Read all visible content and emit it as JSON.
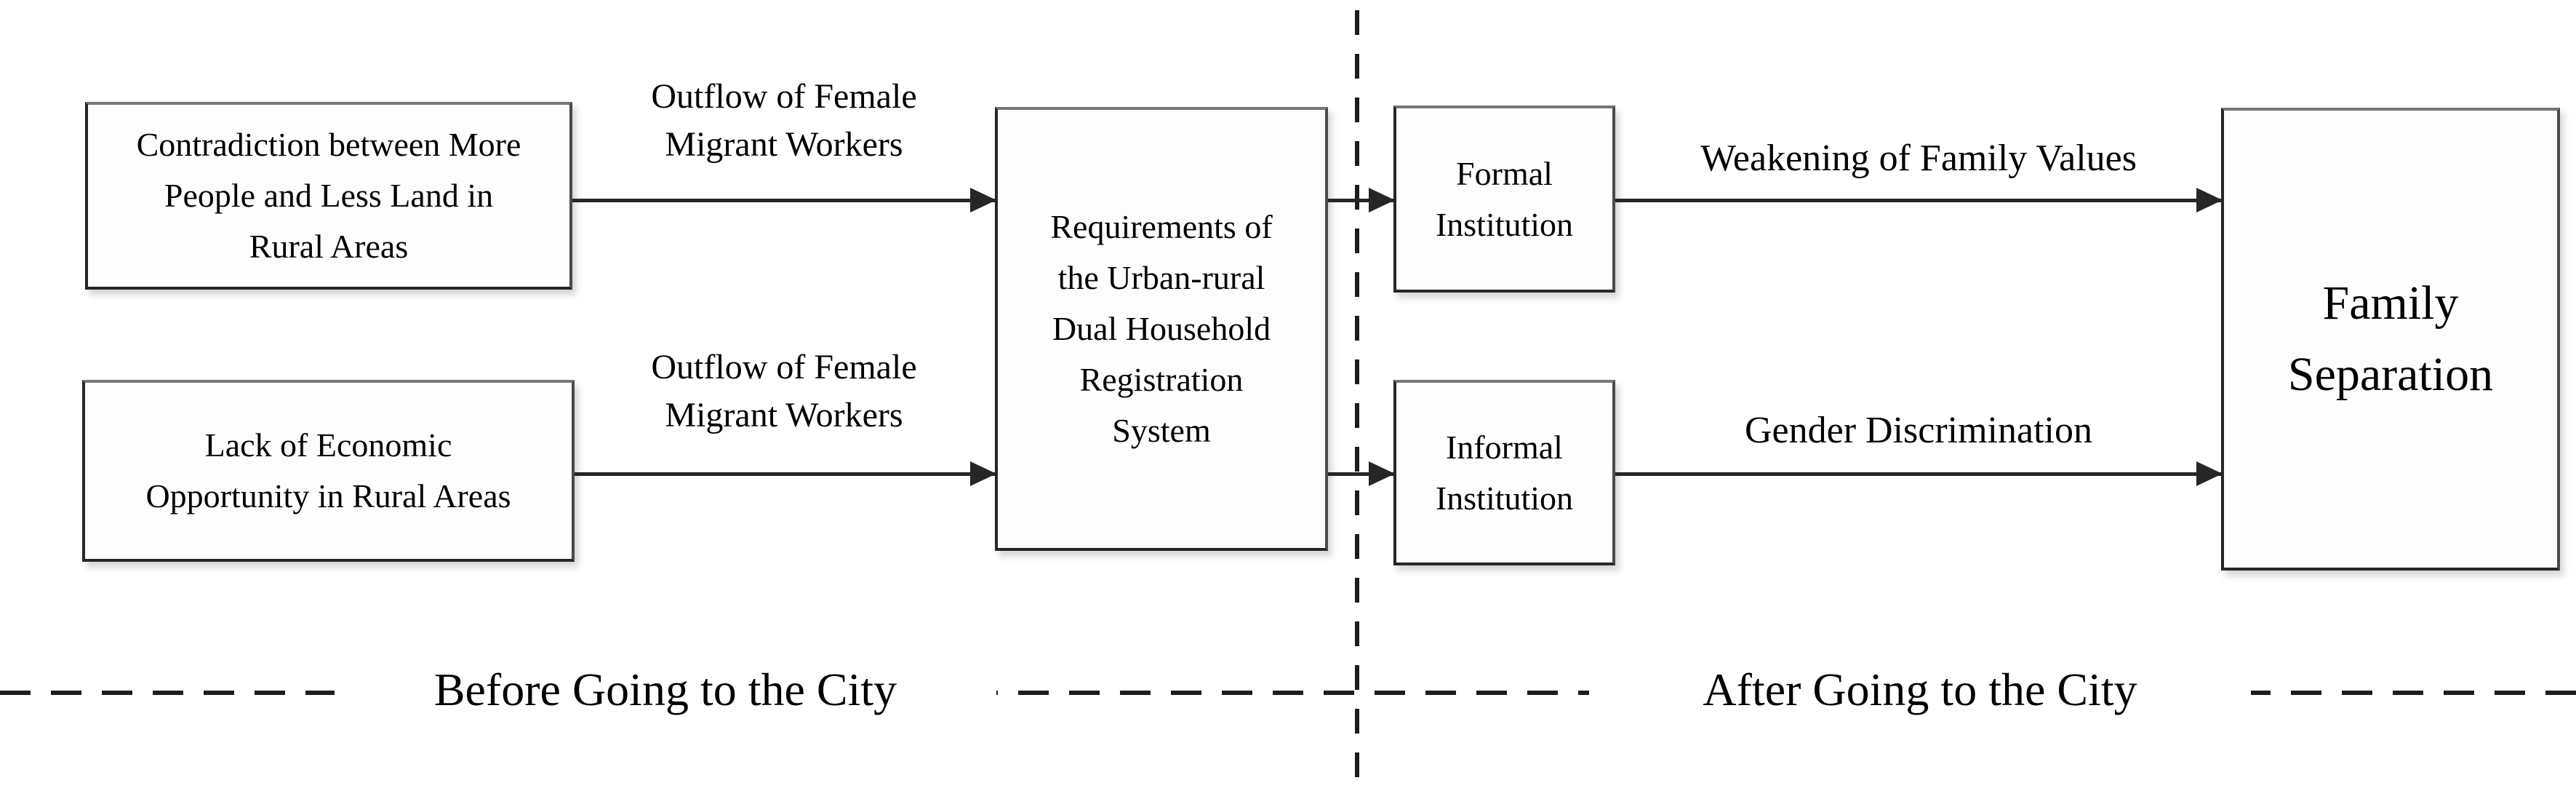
{
  "boxes": {
    "contradiction": {
      "lines": [
        "Contradiction between More",
        "People and Less Land in",
        "Rural Areas"
      ]
    },
    "lack": {
      "lines": [
        "Lack of Economic",
        "Opportunity in Rural Areas"
      ]
    },
    "requirements": {
      "lines": [
        "Requirements of",
        "the Urban-rural",
        "Dual Household",
        "Registration",
        "System"
      ]
    },
    "formal": {
      "lines": [
        "Formal",
        "Institution"
      ]
    },
    "informal": {
      "lines": [
        "Informal",
        "Institution"
      ]
    },
    "family": {
      "lines": [
        "Family",
        "Separation"
      ]
    }
  },
  "arrow_labels": {
    "outflow_top": {
      "lines": [
        "Outflow of Female",
        "Migrant Workers"
      ]
    },
    "outflow_bottom": {
      "lines": [
        "Outflow of Female",
        "Migrant Workers"
      ]
    },
    "weakening": "Weakening of Family Values",
    "gender": "Gender Discrimination"
  },
  "sections": {
    "before": "Before Going to the City",
    "after": "After Going to the City"
  },
  "colors": {
    "line": "#262626",
    "text": "#000000",
    "background": "#ffffff"
  }
}
